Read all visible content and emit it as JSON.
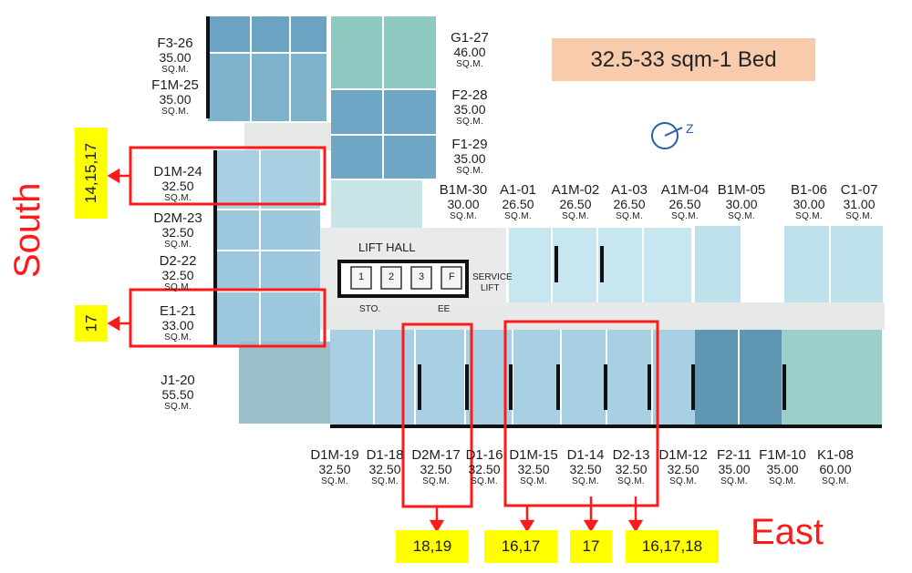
{
  "legend": {
    "text": "32.5-33 sqm-1 Bed"
  },
  "directions": {
    "south": "South",
    "east": "East"
  },
  "units": [
    {
      "code": "F3-26",
      "size": "35.00",
      "unit": "SQ.M."
    },
    {
      "code": "F1M-25",
      "size": "35.00",
      "unit": "SQ.M."
    },
    {
      "code": "G1-27",
      "size": "46.00",
      "unit": "SQ.M."
    },
    {
      "code": "F2-28",
      "size": "35.00",
      "unit": "SQ.M."
    },
    {
      "code": "F1-29",
      "size": "35.00",
      "unit": "SQ.M."
    },
    {
      "code": "D1M-24",
      "size": "32.50",
      "unit": "SQ.M."
    },
    {
      "code": "D2M-23",
      "size": "32.50",
      "unit": "SQ.M."
    },
    {
      "code": "D2-22",
      "size": "32.50",
      "unit": "SQ.M."
    },
    {
      "code": "E1-21",
      "size": "33.00",
      "unit": "SQ.M."
    },
    {
      "code": "J1-20",
      "size": "55.50",
      "unit": "SQ.M."
    },
    {
      "code": "B1M-30",
      "size": "30.00",
      "unit": "SQ.M."
    },
    {
      "code": "A1-01",
      "size": "26.50",
      "unit": "SQ.M."
    },
    {
      "code": "A1M-02",
      "size": "26.50",
      "unit": "SQ.M."
    },
    {
      "code": "A1-03",
      "size": "26.50",
      "unit": "SQ.M."
    },
    {
      "code": "A1M-04",
      "size": "26.50",
      "unit": "SQ.M."
    },
    {
      "code": "B1M-05",
      "size": "30.00",
      "unit": "SQ.M."
    },
    {
      "code": "B1-06",
      "size": "30.00",
      "unit": "SQ.M."
    },
    {
      "code": "C1-07",
      "size": "31.00",
      "unit": "SQ.M."
    },
    {
      "code": "D1M-19",
      "size": "32.50",
      "unit": "SQ.M."
    },
    {
      "code": "D1-18",
      "size": "32.50",
      "unit": "SQ.M."
    },
    {
      "code": "D2M-17",
      "size": "32.50",
      "unit": "SQ.M."
    },
    {
      "code": "D1-16",
      "size": "32.50",
      "unit": "SQ.M."
    },
    {
      "code": "D1M-15",
      "size": "32.50",
      "unit": "SQ.M."
    },
    {
      "code": "D1-14",
      "size": "32.50",
      "unit": "SQ.M."
    },
    {
      "code": "D2-13",
      "size": "32.50",
      "unit": "SQ.M."
    },
    {
      "code": "D1M-12",
      "size": "32.50",
      "unit": "SQ.M."
    },
    {
      "code": "F2-11",
      "size": "35.00",
      "unit": "SQ.M."
    },
    {
      "code": "F1M-10",
      "size": "35.00",
      "unit": "SQ.M."
    },
    {
      "code": "K1-08",
      "size": "60.00",
      "unit": "SQ.M."
    }
  ],
  "floor_tags": [
    "14,15,17",
    "17",
    "18,19",
    "16,17",
    "17",
    "16,17,18"
  ],
  "plan_labels": {
    "lift_hall": "LIFT HALL",
    "lifts": [
      "1",
      "2",
      "3",
      "F"
    ],
    "service_lift_1": "SERVICE",
    "service_lift_2": "LIFT",
    "sto": "STO.",
    "ee": "EE"
  },
  "compass": {
    "letter": "Z"
  },
  "colors": {
    "highlight": "#ff1a1a",
    "tag": "#ffff00",
    "legend_bg": "#f8cbad",
    "unit_light": "#bcdde8",
    "unit_mid": "#8fbdd3",
    "unit_dark": "#5f97b3",
    "unit_teal": "#9ccfca",
    "corridor": "#e7e9e8"
  }
}
